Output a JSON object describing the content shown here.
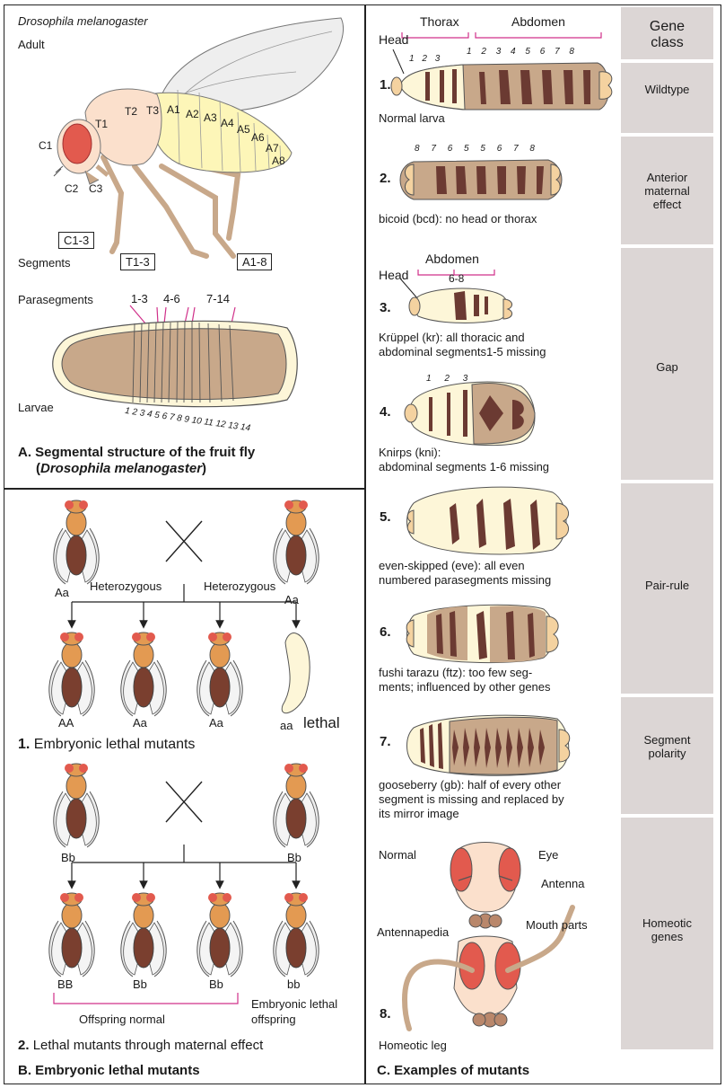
{
  "panel_a": {
    "species": "Drosophila melanogaster",
    "adult": "Adult",
    "labels_head": [
      "C1",
      "C2",
      "C3"
    ],
    "labels_thorax": [
      "T1",
      "T2",
      "T3"
    ],
    "labels_abdomen": [
      "A1",
      "A2",
      "A3",
      "A4",
      "A5",
      "A6",
      "A7",
      "A8"
    ],
    "box_c": "C1-3",
    "box_t": "T1-3",
    "box_a": "A1-8",
    "segments": "Segments",
    "parasegments": "Parasegments",
    "ps_groups": [
      "1-3",
      "4-6",
      "7-14"
    ],
    "larvae": "Larvae",
    "larva_numbers": [
      "1",
      "2",
      "3",
      "4",
      "5",
      "6",
      "7",
      "8",
      "9",
      "10",
      "11",
      "12",
      "13",
      "14"
    ],
    "title_a": "A.",
    "title_line1": "Segmental structure of the fruit fly",
    "title_line2_open": "(",
    "title_line2_species": "Drosophila melanogaster",
    "title_line2_close": ")"
  },
  "panel_b": {
    "cross1": {
      "parent_left": "Aa",
      "parent_right": "Aa",
      "het_left": "Heterozygous",
      "het_right": "Heterozygous",
      "offspring": [
        "AA",
        "Aa",
        "Aa",
        "aa"
      ],
      "lethal": "lethal",
      "num": "1.",
      "caption": "Embryonic lethal mutants"
    },
    "cross2": {
      "parent_left": "Bb",
      "parent_right": "Bb",
      "offspring": [
        "BB",
        "Bb",
        "Bb",
        "bb"
      ],
      "normal": "Offspring normal",
      "lethal_line1": "Embryonic lethal",
      "lethal_line2": "offspring",
      "num": "2.",
      "caption": "Lethal mutants through maternal effect"
    },
    "title_letter": "B.",
    "title": "Embryonic lethal mutants"
  },
  "panel_c": {
    "header": {
      "thorax": "Thorax",
      "abdomen": "Abdomen",
      "head": "Head",
      "thorax_nums": [
        "1",
        "2",
        "3"
      ],
      "abdomen_nums": [
        "1",
        "2",
        "3",
        "4",
        "5",
        "6",
        "7",
        "8"
      ]
    },
    "m1": {
      "num": "1.",
      "caption": "Normal larva"
    },
    "m2": {
      "num": "2.",
      "nums": [
        "8",
        "7",
        "6",
        "5",
        "5",
        "6",
        "7",
        "8"
      ],
      "caption": "bicoid (bcd): no head or thorax"
    },
    "m3": {
      "num": "3.",
      "abdomen": "Abdomen",
      "head": "Head",
      "range": "6-8",
      "line1": "Krüppel (kr): all thoracic and",
      "line2": "abdominal segments1-5 missing"
    },
    "m4": {
      "num": "4.",
      "nums": [
        "1",
        "2",
        "3"
      ],
      "line1": "Knirps (kni):",
      "line2": "abdominal segments 1-6 missing"
    },
    "m5": {
      "num": "5.",
      "line1": "even-skipped (eve): all even",
      "line2": "numbered parasegments missing"
    },
    "m6": {
      "num": "6.",
      "line1": "fushi tarazu (ftz): too few seg-",
      "line2": "ments; influenced by other genes"
    },
    "m7": {
      "num": "7.",
      "line1": "gooseberry (gb): half of every other",
      "line2": "segment is missing and replaced by",
      "line3": "its mirror image"
    },
    "m8": {
      "num": "8.",
      "normal": "Normal",
      "eye": "Eye",
      "antenna": "Antenna",
      "mouth": "Mouth parts",
      "antennapedia": "Antennapedia",
      "homeotic_leg": "Homeotic leg"
    },
    "gene_class_header": {
      "line1": "Gene",
      "line2": "class"
    },
    "gene_classes": {
      "wildtype": "Wildtype",
      "anterior": [
        "Anterior",
        "maternal",
        "effect"
      ],
      "gap": "Gap",
      "pair_rule": "Pair-rule",
      "segment_polarity": [
        "Segment",
        "polarity"
      ],
      "homeotic": [
        "Homeotic",
        "genes"
      ]
    },
    "title_letter": "C.",
    "title": "Examples of mutants"
  },
  "colors": {
    "stripe": "#6b3a32",
    "larva_tan": "#c8a88a",
    "larva_cream": "#fdf6d8",
    "gene_class_bg": "#dcd6d5",
    "magenta": "#d0308a",
    "fly_orange": "#e39a52",
    "eye_red": "#e25a4e"
  }
}
